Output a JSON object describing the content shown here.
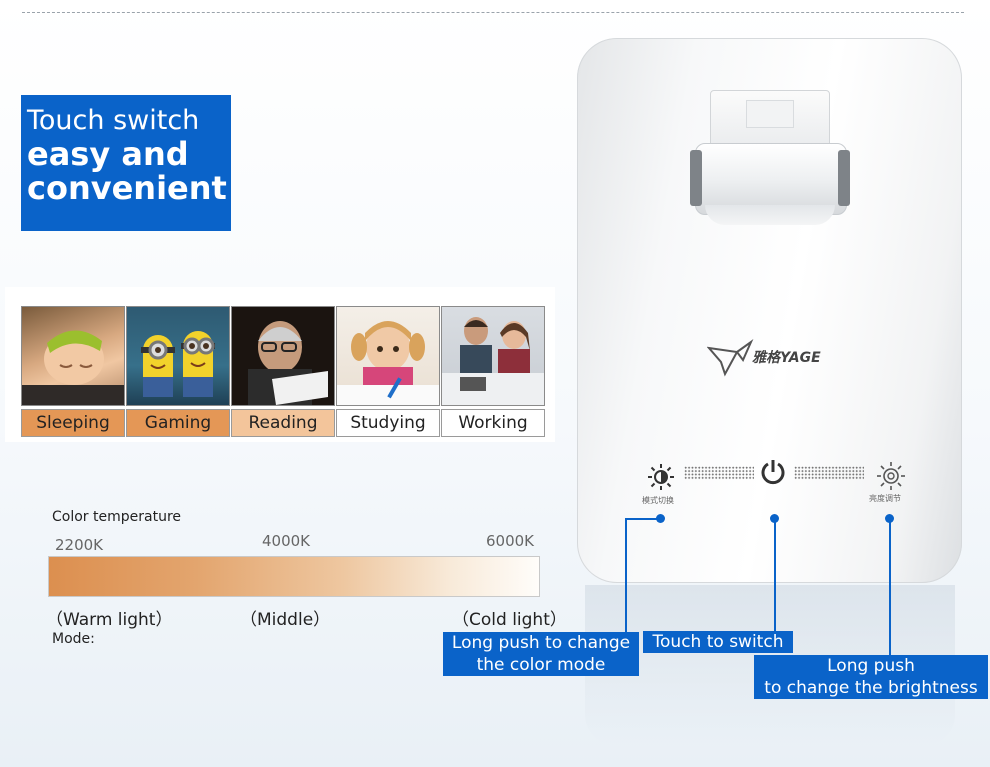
{
  "headline": {
    "line1": "Touch switch",
    "line2": "easy and",
    "line3": "convenient"
  },
  "modes": [
    {
      "label": "Sleeping",
      "style": "orange"
    },
    {
      "label": "Gaming",
      "style": "orange"
    },
    {
      "label": "Reading",
      "style": "tan"
    },
    {
      "label": "Studying",
      "style": "white"
    },
    {
      "label": "Working",
      "style": "white"
    }
  ],
  "color_temperature": {
    "caption": "Color temperature",
    "ticks": [
      "2200K",
      "4000K",
      "6000K"
    ],
    "range_labels": [
      "（Warm light）",
      "（Middle）",
      "（Cold light）"
    ],
    "mode_caption": "Mode:"
  },
  "lamp": {
    "brand_latin": "YAGE",
    "brand_cn": "雅格",
    "left_button_cn": "模式切换",
    "right_button_cn": "亮度调节"
  },
  "callouts": {
    "color_mode": "Long push to change\nthe color mode",
    "switch": "Touch to switch",
    "brightness": "Long push\nto change the brightness"
  },
  "colors": {
    "accent_blue": "#0a63c9",
    "warm_orange": "#e49756",
    "warm_tan": "#f3c59b"
  }
}
